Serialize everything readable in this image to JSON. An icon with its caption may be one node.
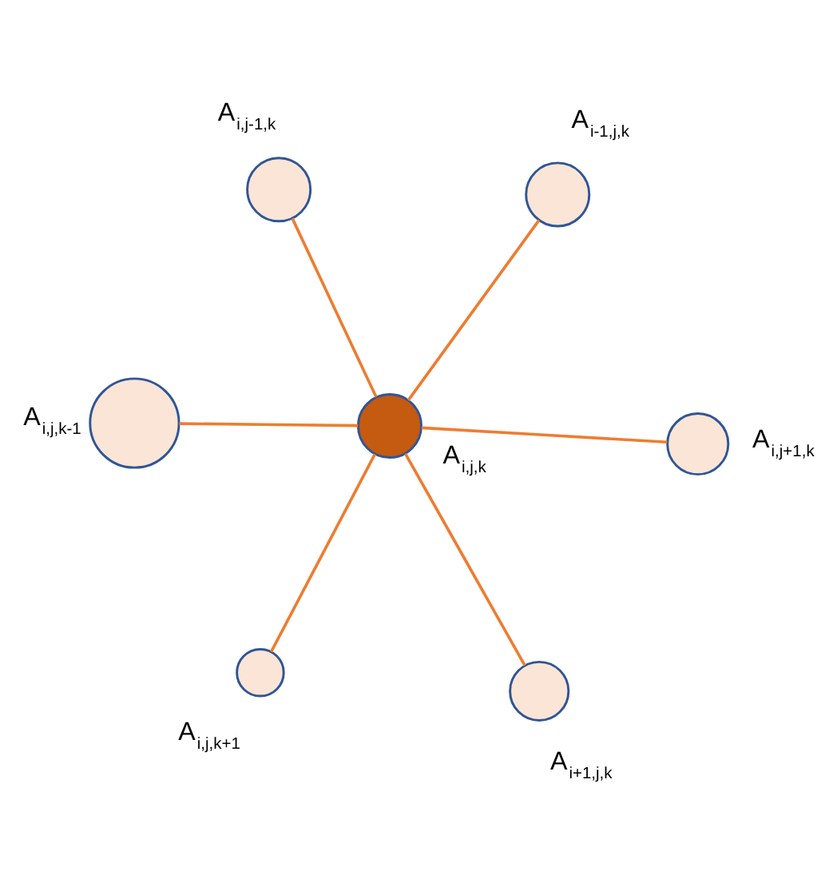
{
  "diagram": {
    "nodes": [
      {
        "text": [],
        "shape": "circle",
        "beside": [
          "A$_{i,j-1,k}$"
        ]
      },
      {
        "text": [],
        "shape": "circle",
        "beside": [
          "A$_{i,j,k+1}$"
        ]
      },
      {
        "text": [],
        "shape": "circle",
        "beside": [
          "A$_{i-1,j,k}$"
        ]
      },
      {
        "text": [],
        "shape": "circle",
        "beside": [
          "A$_{i,j,k}$"
        ]
      },
      {
        "text": [],
        "shape": "circle",
        "beside": [
          "A$_{i+1,j,k}$"
        ]
      },
      {
        "text": [],
        "shape": "circle",
        "beside": [
          "A$_{i,j,k-1}$"
        ]
      },
      {
        "text": [],
        "shape": "circle",
        "beside": [
          "A$_{i,j+1,k}$"
        ]
      }
    ],
    "edges": [
      {
        "from": 3,
        "to": 0,
        "arrow": "none"
      },
      {
        "from": 3,
        "to": 1,
        "arrow": "none"
      },
      {
        "from": 3,
        "to": 2,
        "arrow": "none"
      },
      {
        "from": 3,
        "to": 4,
        "arrow": "none"
      },
      {
        "from": 3,
        "to": 5,
        "arrow": "none"
      },
      {
        "from": 3,
        "to": 6,
        "arrow": "none"
      }
    ]
  }
}
